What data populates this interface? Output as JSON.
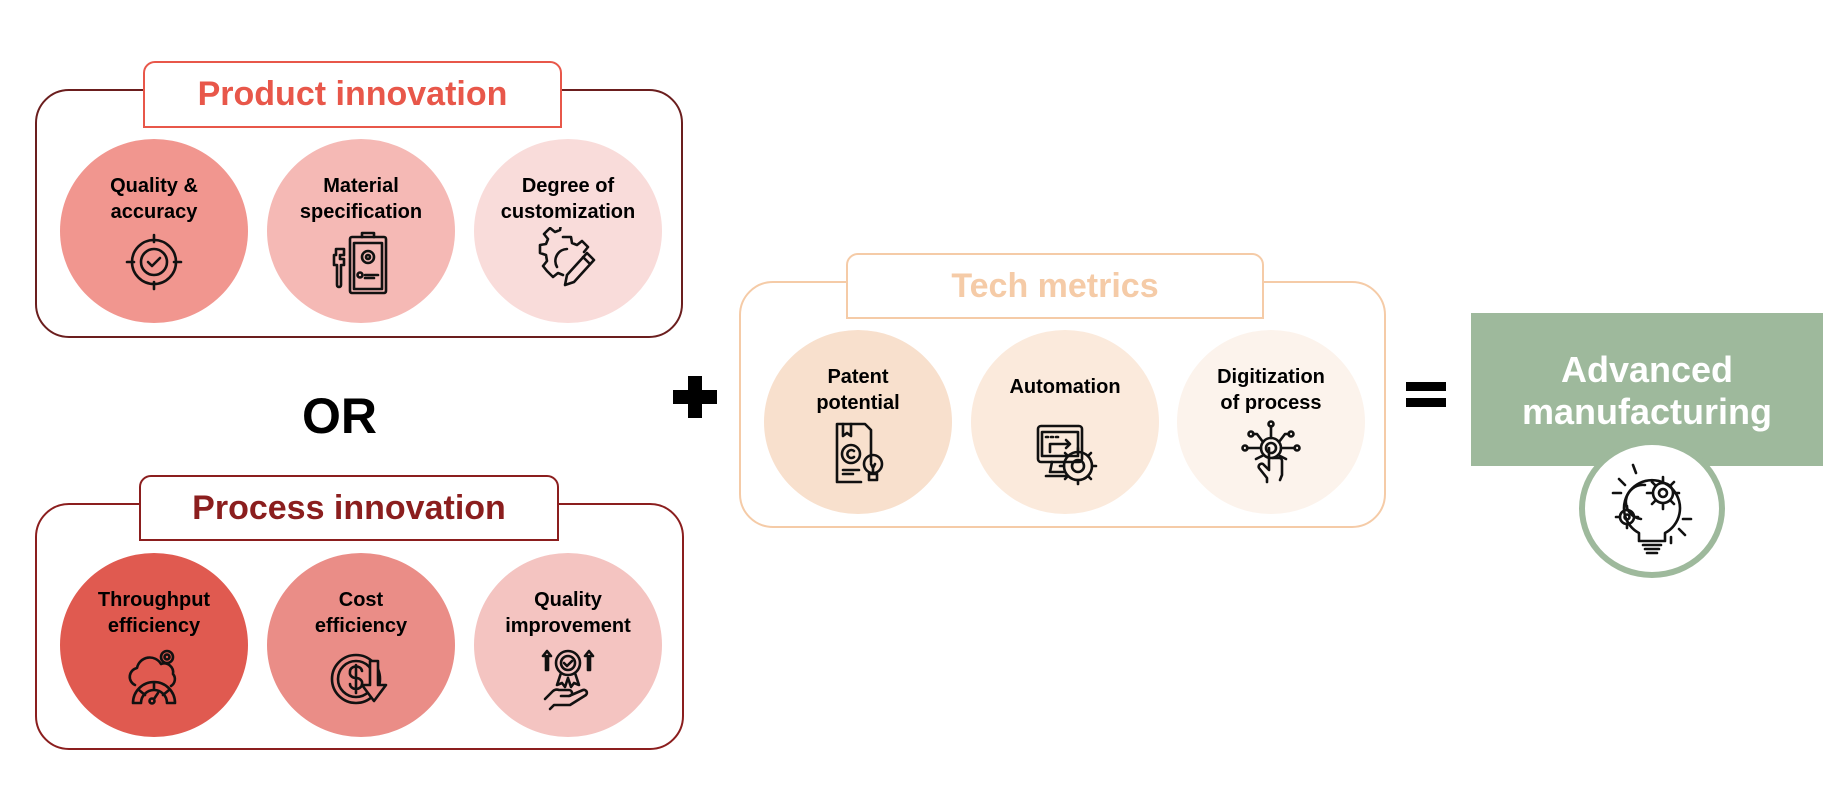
{
  "colors": {
    "product_accent": "#E8574A",
    "product_border": "#6B1E1E",
    "process_accent": "#8B1E1E",
    "tech_accent": "#F5CBA7",
    "result_green": "#9EB99C"
  },
  "product_innovation": {
    "title": "Product innovation",
    "items": [
      {
        "line1": "Quality &",
        "line2": "accuracy",
        "icon": "target-check-icon",
        "color": "#F1968F"
      },
      {
        "line1": "Material",
        "line2": "specification",
        "icon": "clipboard-gear-icon",
        "color": "#F5B9B5"
      },
      {
        "line1": "Degree of",
        "line2": "customization",
        "icon": "gear-pencil-icon",
        "color": "#F9DCDA"
      }
    ]
  },
  "or_label": "OR",
  "process_innovation": {
    "title": "Process innovation",
    "items": [
      {
        "line1": "Throughput",
        "line2": "efficiency",
        "icon": "cloud-speedometer-icon",
        "color": "#E05A50"
      },
      {
        "line1": "Cost",
        "line2": "efficiency",
        "icon": "dollar-down-arrow-icon",
        "color": "#EA8D87"
      },
      {
        "line1": "Quality",
        "line2": "improvement",
        "icon": "award-hand-icon",
        "color": "#F4C4C1"
      }
    ]
  },
  "plus_sign": "+",
  "tech_metrics": {
    "title": "Tech metrics",
    "items": [
      {
        "line1": "Patent",
        "line2": "potential",
        "icon": "patent-document-bulb-icon",
        "color": "#F8E0CD"
      },
      {
        "line1": "Automation",
        "line2": "",
        "icon": "monitor-gear-icon",
        "color": "#FBEADC"
      },
      {
        "line1": "Digitization",
        "line2": "of process",
        "icon": "touch-network-icon",
        "color": "#FCF3EC"
      }
    ]
  },
  "equals_sign": "=",
  "result": {
    "line1": "Advanced",
    "line2": "manufacturing",
    "icon": "bulb-gears-icon"
  }
}
